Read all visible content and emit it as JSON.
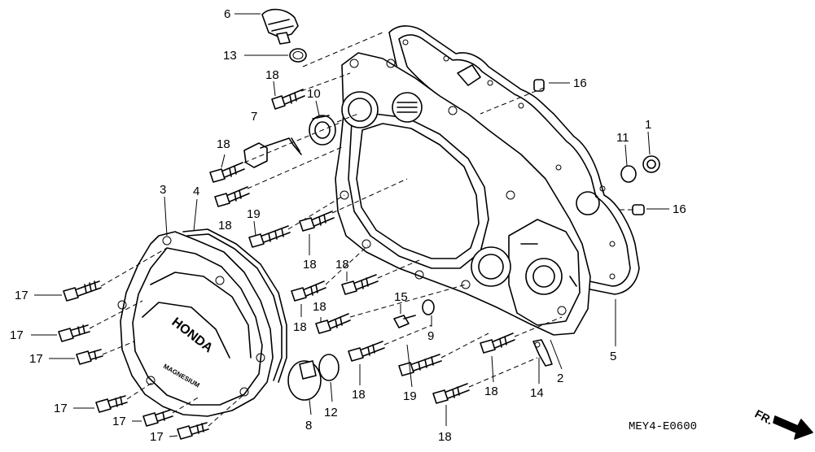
{
  "diagram": {
    "drawing_code": "MEY4-E0600",
    "front_marker": "FR.",
    "cover_brand": "HONDA",
    "cover_material": "MAGNESIUM",
    "callouts": [
      {
        "id": "c1",
        "text": "1"
      },
      {
        "id": "c2",
        "text": "2"
      },
      {
        "id": "c3",
        "text": "3"
      },
      {
        "id": "c4",
        "text": "4"
      },
      {
        "id": "c5",
        "text": "5"
      },
      {
        "id": "c6",
        "text": "6"
      },
      {
        "id": "c7",
        "text": "7"
      },
      {
        "id": "c8",
        "text": "8"
      },
      {
        "id": "c9",
        "text": "9"
      },
      {
        "id": "c10",
        "text": "10"
      },
      {
        "id": "c11",
        "text": "11"
      },
      {
        "id": "c12",
        "text": "12"
      },
      {
        "id": "c13",
        "text": "13"
      },
      {
        "id": "c14",
        "text": "14"
      },
      {
        "id": "c15",
        "text": "15"
      },
      {
        "id": "c16a",
        "text": "16"
      },
      {
        "id": "c16b",
        "text": "16"
      },
      {
        "id": "c17a",
        "text": "17"
      },
      {
        "id": "c17b",
        "text": "17"
      },
      {
        "id": "c17c",
        "text": "17"
      },
      {
        "id": "c17d",
        "text": "17"
      },
      {
        "id": "c17e",
        "text": "17"
      },
      {
        "id": "c17f",
        "text": "17"
      },
      {
        "id": "c18a",
        "text": "18"
      },
      {
        "id": "c18b",
        "text": "18"
      },
      {
        "id": "c18c",
        "text": "18"
      },
      {
        "id": "c18d",
        "text": "18"
      },
      {
        "id": "c18e",
        "text": "18"
      },
      {
        "id": "c18f",
        "text": "18"
      },
      {
        "id": "c18g",
        "text": "18"
      },
      {
        "id": "c18h",
        "text": "18"
      },
      {
        "id": "c18i",
        "text": "18"
      },
      {
        "id": "c18j",
        "text": "18"
      },
      {
        "id": "c19a",
        "text": "19"
      },
      {
        "id": "c19b",
        "text": "19"
      }
    ]
  }
}
